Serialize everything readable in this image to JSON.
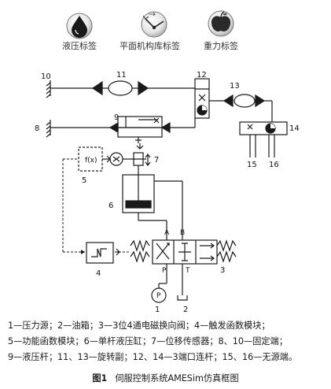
{
  "library_icons": [
    {
      "icon": "hydraulic-drop-icon",
      "label": "液压标签"
    },
    {
      "icon": "planar-mechanism-icon",
      "label": "平面机构库标签"
    },
    {
      "icon": "gravity-apple-icon",
      "label": "重力标签"
    }
  ],
  "callouts": {
    "c1": "1",
    "c2": "2",
    "c3": "3",
    "c4": "4",
    "c5": "5",
    "c6": "6",
    "c7": "7",
    "c8": "8",
    "c9": "9",
    "c10": "10",
    "c11": "11",
    "c12": "12",
    "c13": "13",
    "c14": "14",
    "c15": "15",
    "c16": "16"
  },
  "ports": {
    "A": "A",
    "B": "B",
    "P": "P",
    "T": "T",
    "pump": "P"
  },
  "function_block": "f(x)",
  "legend": [
    "1—压力源；2—油箱；3—3位4通电磁换向阀；4—触发函数模块；",
    "5—功能函数模块；6—单杆液压缸；7—位移传感器；8、10—固定端；",
    "9—液压杆；11、13—旋转副；12、14—3端口连杆；15、16—无源端。"
  ],
  "caption": {
    "figure": "图1",
    "title": "伺服控制系统AMESim仿真框图"
  }
}
